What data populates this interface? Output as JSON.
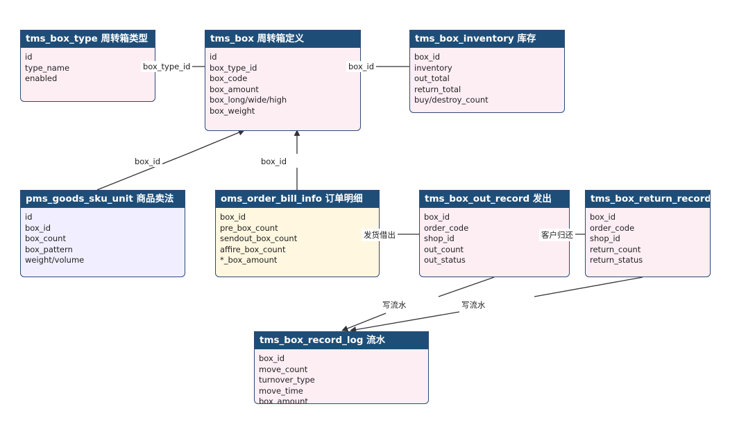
{
  "entities": [
    {
      "title": "tms_box_type 周转箱类型",
      "fields": [
        "id",
        "type_name",
        "enabled"
      ]
    },
    {
      "title": "tms_box 周转箱定义",
      "fields": [
        "id",
        "box_type_id",
        "box_code",
        "box_amount",
        "box_long/wide/high",
        "box_weight"
      ]
    },
    {
      "title": "tms_box_inventory 库存",
      "fields": [
        "box_id",
        "inventory",
        "out_total",
        "return_total",
        "buy/destroy_count"
      ]
    },
    {
      "title": "pms_goods_sku_unit 商品卖法",
      "fields": [
        "id",
        "box_id",
        "box_count",
        "box_pattern",
        "weight/volume"
      ]
    },
    {
      "title": "oms_order_bill_info 订单明细",
      "fields": [
        "box_id",
        "pre_box_count",
        "sendout_box_count",
        "affire_box_count",
        "*_box_amount"
      ]
    },
    {
      "title": "tms_box_out_record 发出",
      "fields": [
        "box_id",
        "order_code",
        "shop_id",
        "out_count",
        "out_status"
      ]
    },
    {
      "title": "tms_box_return_record 归还",
      "fields": [
        "box_id",
        "order_code",
        "shop_id",
        "return_count",
        "return_status"
      ]
    },
    {
      "title": "tms_box_record_log 流水",
      "fields": [
        "box_id",
        "move_count",
        "turnover_type",
        "move_time",
        "box_amount"
      ]
    }
  ],
  "edge_labels": [
    "box_type_id",
    "box_id",
    "box_id",
    "box_id",
    "发货借出",
    "客户归还",
    "写流水",
    "写流水"
  ],
  "colors": {
    "header": "#1e4e78",
    "border": "#2b4a74",
    "pink": "#fdeef4",
    "lavender": "#f1efff",
    "cream": "#fff7e0",
    "edge": "#333333"
  }
}
